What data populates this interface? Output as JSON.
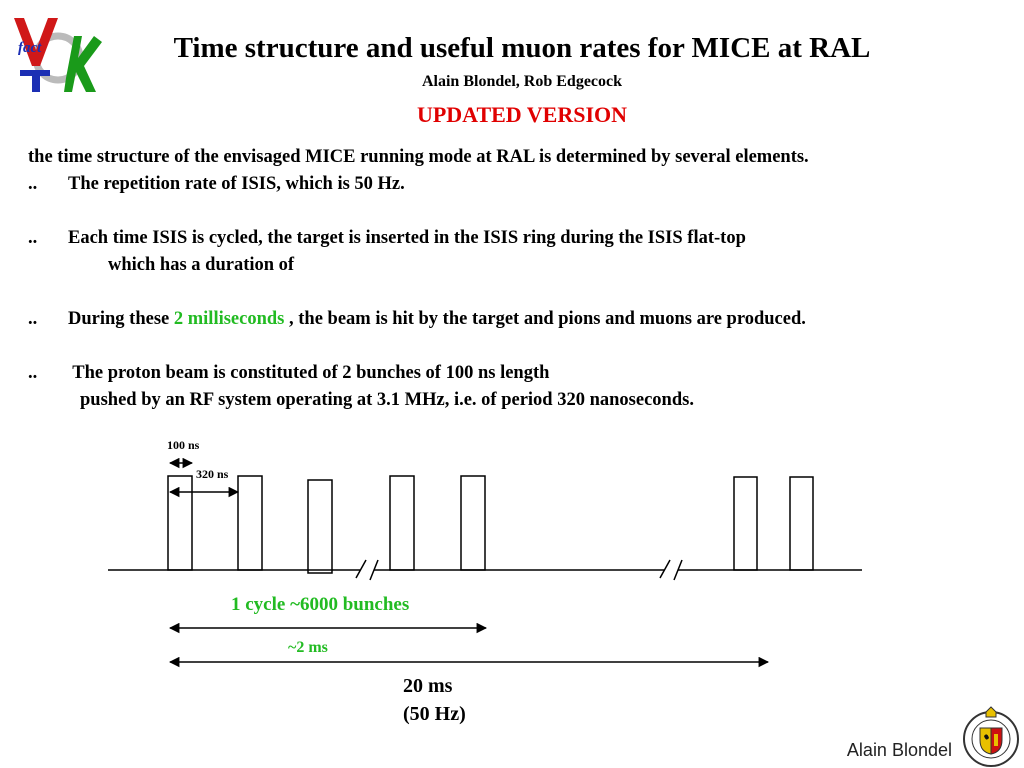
{
  "header": {
    "logo_text": "fact",
    "title": "Time structure and useful muon rates for MICE at RAL",
    "authors": "Alain Blondel, Rob Edgecock",
    "version_label": "UPDATED VERSION"
  },
  "body": {
    "intro": "the time structure of the envisaged MICE running mode at RAL is determined by several elements.",
    "bullet_marker": "..",
    "b1": "The repetition rate of ISIS, which is 50 Hz.",
    "b2_line1": "Each time ISIS is cycled, the target is inserted in the ISIS ring during the ISIS flat-top",
    "b2_line2": "which has a duration of",
    "b3_pre": "During these",
    "b3_highlight": "2 milliseconds",
    "b3_post": ", the beam is hit by the target and pions and muons are produced.",
    "b4_line1": "The proton beam  is constituted of 2 bunches of 100 ns length",
    "b4_line2": "pushed by an RF system operating at 3.1 MHz,  i.e. of period 320 nanoseconds."
  },
  "diagram": {
    "label_bunch_length": "100 ns",
    "label_bunch_period": "320 ns",
    "label_cycle": "1 cycle ~6000 bunches",
    "label_cycle_duration": "~2 ms",
    "label_period": "20 ms",
    "label_frequency": "(50 Hz)"
  },
  "footer": {
    "author": "Alain Blondel"
  },
  "colors": {
    "title_red": "#e00000",
    "highlight_green": "#22bb22"
  }
}
